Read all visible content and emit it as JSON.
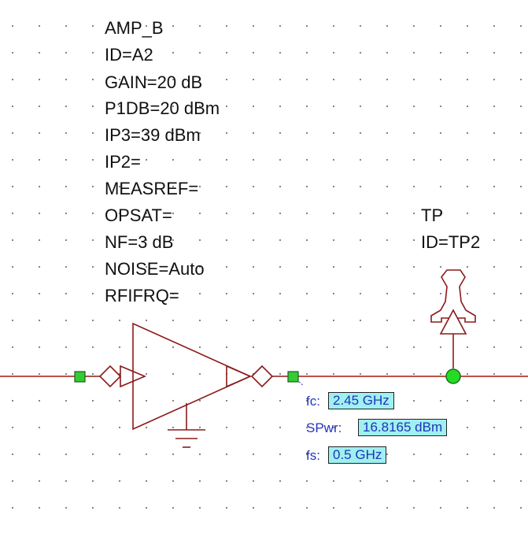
{
  "amplifier": {
    "params": [
      "AMP_B",
      "ID=A2",
      "GAIN=20 dB",
      "P1DB=20 dBm",
      "IP3=39 dBm",
      "IP2=",
      "MEASREF=",
      "OPSAT=",
      "NF=3 dB",
      "NOISE=Auto",
      "RFIFRQ="
    ]
  },
  "test_point": {
    "name": "TP",
    "id": "ID=TP2"
  },
  "annotations": [
    {
      "label": "fc:",
      "value": "2.45 GHz"
    },
    {
      "label": "SPwr:",
      "value": "16.8165 dBm"
    },
    {
      "label": "fs:",
      "value": "0.5 GHz"
    }
  ],
  "colors": {
    "wire": "#c0504d",
    "component": "#8b1a1a",
    "port": "#33cc33",
    "node": "#22dd22",
    "annotation_text": "#2233bb",
    "annotation_fill": "#9ff0f0"
  }
}
